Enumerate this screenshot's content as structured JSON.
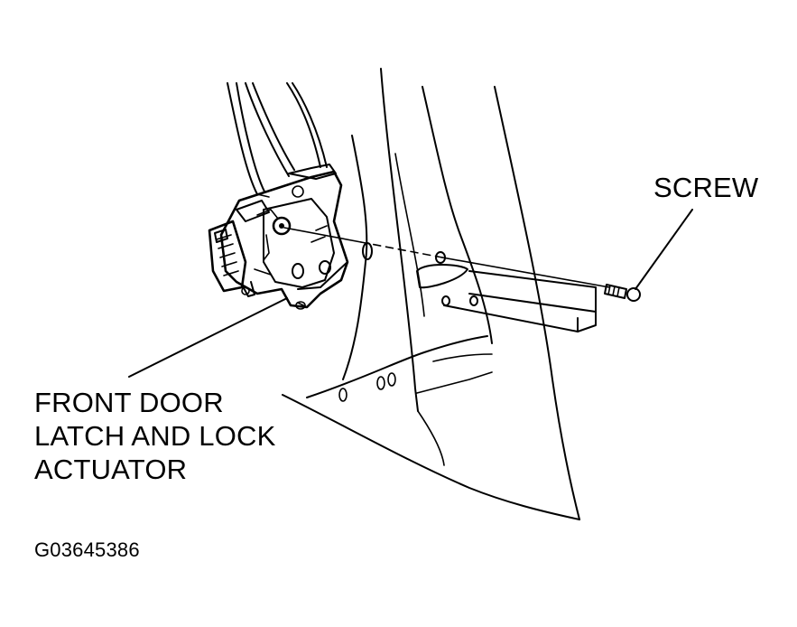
{
  "labels": {
    "screw": "SCREW",
    "latch_line1": "FRONT DOOR",
    "latch_line2": "LATCH AND LOCK",
    "latch_line3": "ACTUATOR",
    "figure_code": "G03645386"
  },
  "colors": {
    "line": "#000000",
    "background": "#ffffff"
  }
}
